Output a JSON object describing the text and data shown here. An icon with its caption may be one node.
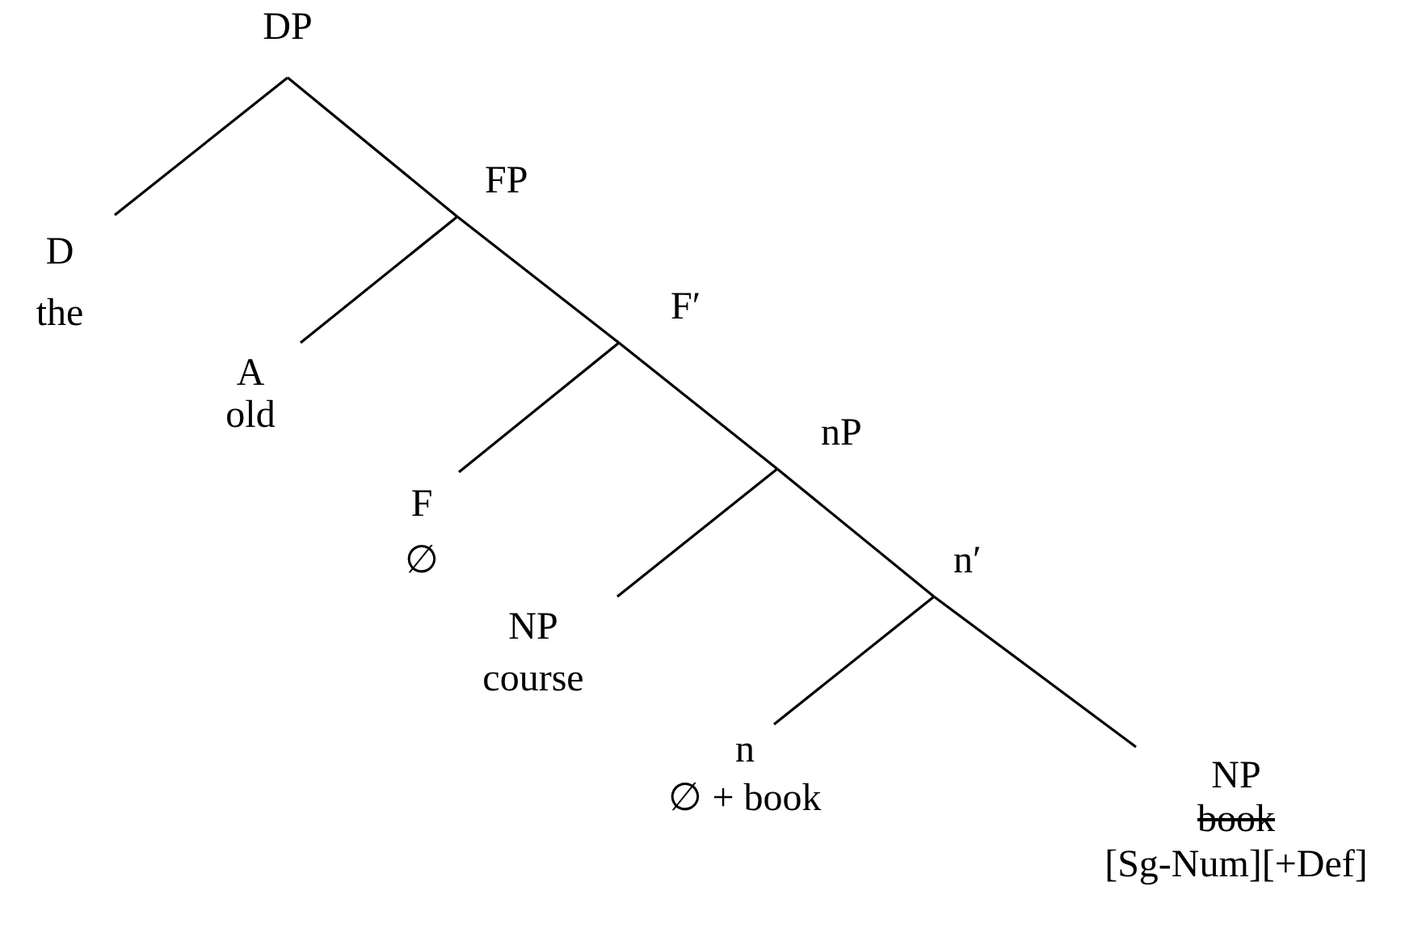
{
  "diagram": {
    "nodes": [
      {
        "text": [
          "DP"
        ]
      },
      {
        "text": [
          "D",
          "the"
        ]
      },
      {
        "text": [
          "FP"
        ]
      },
      {
        "text": [
          "A",
          "old"
        ]
      },
      {
        "text": [
          "F′"
        ]
      },
      {
        "text": [
          "F",
          "∅"
        ]
      },
      {
        "text": [
          "nP"
        ]
      },
      {
        "text": [
          "NP",
          "course"
        ]
      },
      {
        "text": [
          "n′"
        ]
      },
      {
        "text": [
          "n",
          "∅ + book"
        ]
      },
      {
        "text": [
          "NP",
          "book",
          "[Sg-Num][+Def]"
        ]
      }
    ],
    "edges": [
      {
        "from": 0,
        "to": 1,
        "arrow": "none"
      },
      {
        "from": 0,
        "to": 2,
        "arrow": "none"
      },
      {
        "from": 2,
        "to": 3,
        "arrow": "none"
      },
      {
        "from": 2,
        "to": 4,
        "arrow": "none"
      },
      {
        "from": 4,
        "to": 5,
        "arrow": "none"
      },
      {
        "from": 4,
        "to": 6,
        "arrow": "none"
      },
      {
        "from": 6,
        "to": 7,
        "arrow": "none"
      },
      {
        "from": 6,
        "to": 8,
        "arrow": "none"
      },
      {
        "from": 8,
        "to": 9,
        "arrow": "none"
      },
      {
        "from": 8,
        "to": 10,
        "arrow": "none"
      }
    ]
  }
}
